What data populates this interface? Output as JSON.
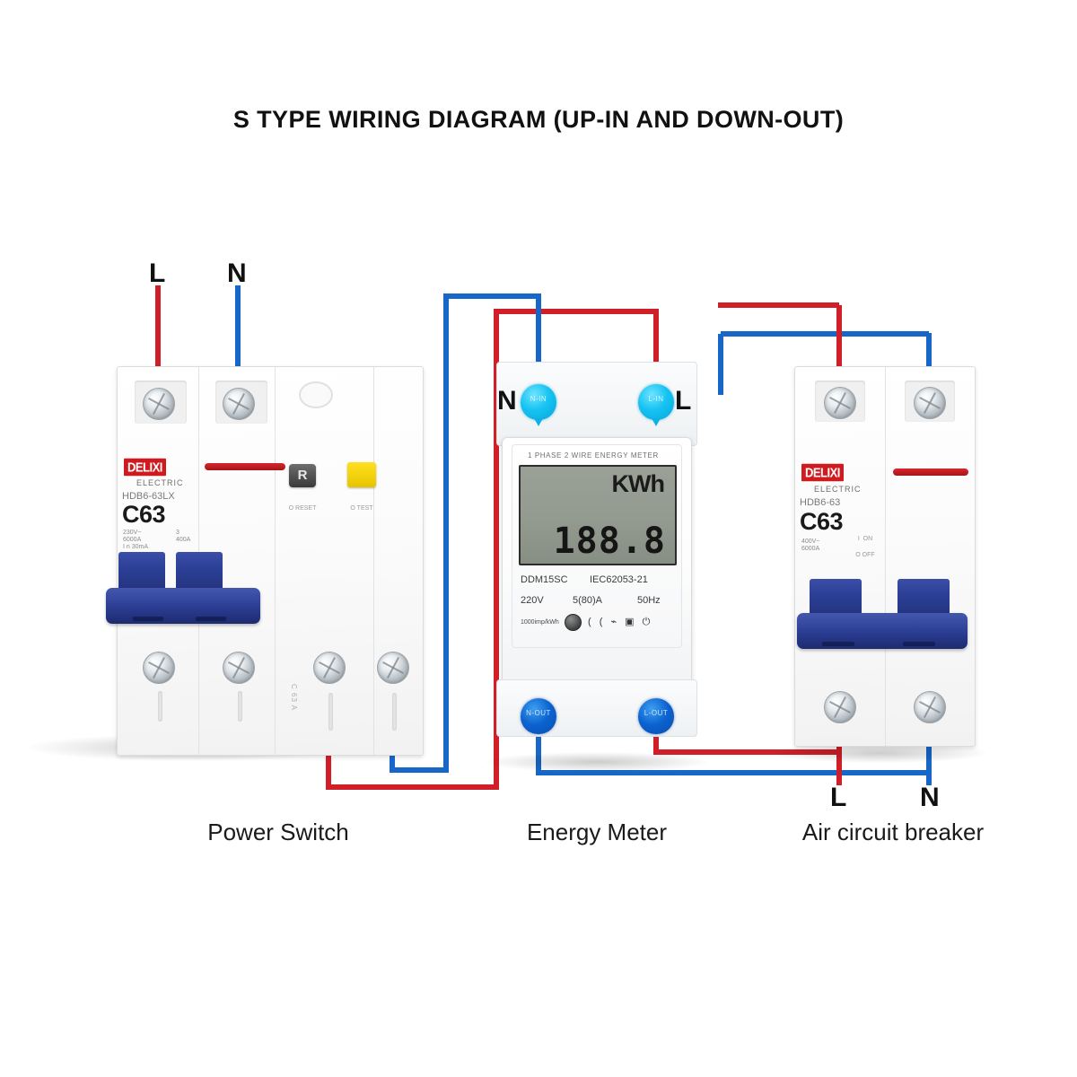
{
  "title": "S TYPE WIRING DIAGRAM (UP-IN AND DOWN-OUT)",
  "colors": {
    "live_wire": "#d01f28",
    "neutral_wire": "#1667c8",
    "brand_red": "#cf1b20",
    "lever_blue": "#2b3d92",
    "meter_top_terminal": "#17c3f2",
    "meter_bottom_terminal": "#0b62d0",
    "lcd_background": "#939a8f"
  },
  "devices": [
    {
      "id": "power-switch",
      "caption": "Power Switch",
      "brand": "DELIXI",
      "brand_sub": "ELECTRIC",
      "model": "HDB6-63LX",
      "rating": "C63",
      "spec_lines": "230V~\n6000A\nI n 30mA",
      "spec_right": "3\n400A",
      "reset_label": "R",
      "reset_caption": "O\nRESET",
      "test_caption": "O\nTEST",
      "side_text": "C 63 A"
    },
    {
      "id": "energy-meter",
      "caption": "Energy Meter",
      "header": "1 PHASE 2 WIRE ENERGY METER",
      "lcd_unit": "KWh",
      "lcd_value": "188.8",
      "model": "DDM15SC",
      "standard": "IEC62053-21",
      "voltage": "220V",
      "current": "5(80)A",
      "frequency": "50Hz",
      "pulse_rate": "1000imp/kWh",
      "marks": "( (  ⌁  ▣  ⏻",
      "terminals_top": [
        {
          "letter": "N",
          "glyph": "N-IN",
          "wire": "neutral"
        },
        {
          "letter": "L",
          "glyph": "L-IN",
          "wire": "live"
        }
      ],
      "terminals_bottom": [
        {
          "glyph": "N-OUT",
          "wire": "neutral"
        },
        {
          "glyph": "L-OUT",
          "wire": "live"
        }
      ]
    },
    {
      "id": "air-circuit-breaker",
      "caption": "Air circuit breaker",
      "brand": "DELIXI",
      "brand_sub": "ELECTRIC",
      "model": "HDB6-63",
      "rating": "C63",
      "spec_lines": "400V~\n6000A",
      "onoff": "I  ON\n\nO OFF"
    }
  ],
  "terminal_labels": {
    "input_live": "L",
    "input_neutral": "N",
    "output_live": "L",
    "output_neutral": "N",
    "meter_in_neutral": "N",
    "meter_in_live": "L"
  },
  "wires": [
    {
      "name": "supply-live-in",
      "color": "live",
      "from": "L source",
      "to": "power-switch top-left terminal"
    },
    {
      "name": "supply-neutral-in",
      "color": "neutral",
      "from": "N source",
      "to": "power-switch top-right terminal"
    },
    {
      "name": "switch-out-live",
      "color": "live",
      "from": "power-switch bottom-left",
      "to": "meter L input (top right)"
    },
    {
      "name": "switch-out-neutral",
      "color": "neutral",
      "from": "power-switch bottom-right",
      "to": "meter N input (top left)"
    },
    {
      "name": "meter-out-neutral",
      "color": "neutral",
      "from": "meter N output (bottom left)",
      "to": "breaker right terminal (top)"
    },
    {
      "name": "meter-out-live",
      "color": "live",
      "from": "meter L output (bottom right)",
      "to": "breaker left terminal (top)"
    },
    {
      "name": "load-live",
      "color": "live",
      "from": "breaker bottom-left",
      "to": "load L"
    },
    {
      "name": "load-neutral",
      "color": "neutral",
      "from": "breaker bottom-right",
      "to": "load N"
    }
  ]
}
